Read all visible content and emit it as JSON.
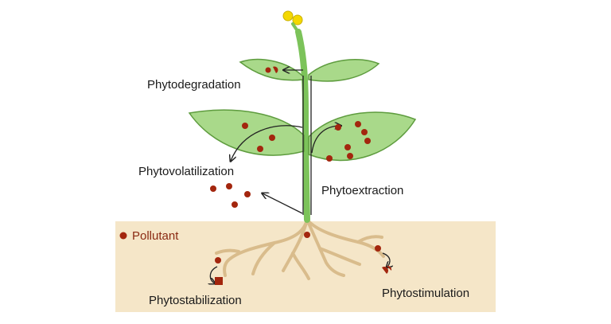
{
  "labels": {
    "phytodegradation": "Phytodegradation",
    "phytovolatilization": "Phytovolatilization",
    "phytoextraction": "Phytoextraction",
    "pollutant": "Pollutant",
    "phytostabilization": "Phytostabilization",
    "phytostimulation": "Phytostimulation"
  },
  "colors": {
    "soil": "#f5e6c8",
    "leaf": "#a9d98a",
    "leaf_outline": "#5e9c3e",
    "stem": "#7cc35a",
    "root": "#d9bc8c",
    "pollutant": "#a3260e",
    "flower": "#f4d800",
    "arrow": "#222222"
  },
  "icons": {
    "pollutant": "pollutant-dot-icon",
    "stabilized_pollutant": "pollutant-square-icon",
    "flower": "flower-bud-icon"
  }
}
